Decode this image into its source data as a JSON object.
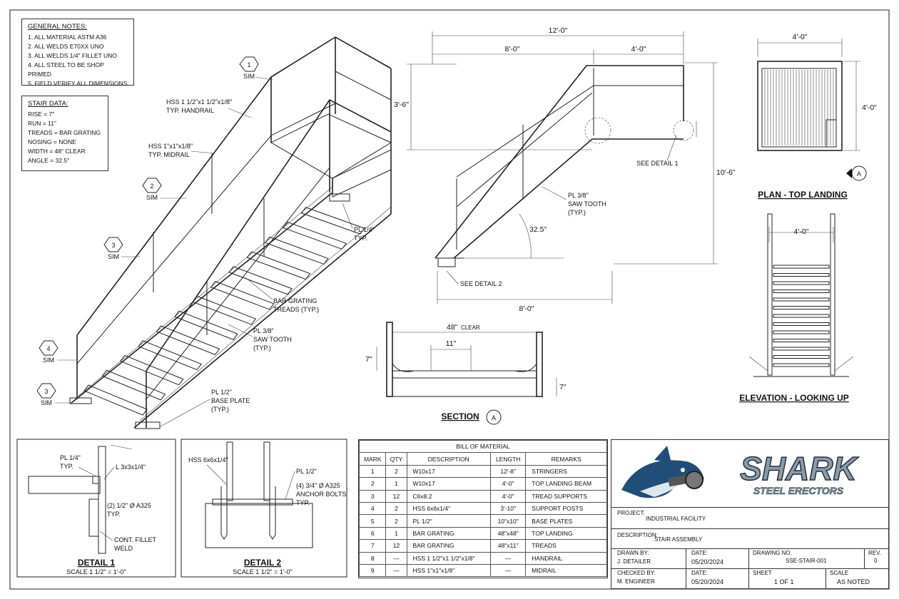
{
  "general_notes": {
    "title": "GENERAL NOTES:",
    "items": [
      "1. ALL MATERIAL ASTM A36",
      "2. ALL WELDS E70XX UNO",
      "3. ALL WELDS 1/4\" FILLET UNO",
      "4. ALL STEEL TO BE SHOP PRIMED",
      "5. FIELD VERIFY ALL DIMENSIONS"
    ]
  },
  "stair_data": {
    "title": "STAIR DATA:",
    "items": [
      "RISE = 7\"",
      "RUN = 11\"",
      "TREADS = BAR GRATING",
      "NOSING = NONE",
      "WIDTH = 48\" CLEAR",
      "ANGLE = 32.5°"
    ]
  },
  "iso": {
    "handrail": "HSS 1 1/2\"x1 1/2\"x1/8\"",
    "handrail_sub": "TYP. HANDRAIL",
    "midrail": "HSS 1\"x1\"x1/8\"",
    "midrail_sub": "TYP. MIDRAIL",
    "pl14": "PL 1/4\"",
    "pl14_sub": "TYP.",
    "grating": "BAR GRATING",
    "grating_sub": "TREADS (TYP.)",
    "saw": "PL 3/8\"",
    "saw_sub": "SAW TOOTH",
    "saw_sub2": "(TYP.)",
    "base": "PL 1/2\"",
    "base_sub": "BASE PLATE",
    "base_sub2": "(TYP.)",
    "callouts": [
      {
        "num": "1",
        "sim": "SIM"
      },
      {
        "num": "2",
        "sim": "SIM"
      },
      {
        "num": "3",
        "sim": "SIM"
      },
      {
        "num": "4",
        "sim": "SIM"
      },
      {
        "num": "3",
        "sim": "SIM"
      }
    ]
  },
  "side": {
    "dim_total": "12'-0\"",
    "dim_left": "8'-0\"",
    "dim_right": "4'-0\"",
    "dim_rail": "3'-6\"",
    "dim_height": "10'-6\"",
    "dim_bottom": "8'-0\"",
    "angle": "32.5°",
    "detail1": "SEE DETAIL 1",
    "detail2": "SEE DETAIL 2",
    "pl": "PL 3/8\"",
    "pl_sub": "SAW TOOTH",
    "pl_sub2": "(TYP.)"
  },
  "plan": {
    "title": "PLAN - TOP LANDING",
    "dim_w": "4'-0\"",
    "dim_h": "4'-0\"",
    "marker": "A"
  },
  "elevation": {
    "title": "ELEVATION - LOOKING UP",
    "dim_w": "4'-0\""
  },
  "section": {
    "title": "SECTION",
    "marker": "A",
    "clear": "48\"",
    "clear_sub": "CLEAR",
    "d11": "11\"",
    "d7a": "7\"",
    "d7b": "7\""
  },
  "detail1": {
    "title": "DETAIL 1",
    "scale": "SCALE 1 1/2\" = 1'-0\"",
    "pl": "PL 1/4\"",
    "pl_sub": "TYP.",
    "angle": "L 3x3x1/4\"",
    "bolts": "(2) 1/2\" Ø A325",
    "bolts_sub": "TYP.",
    "weld": "CONT. FILLET",
    "weld_sub": "WELD"
  },
  "detail2": {
    "title": "DETAIL 2",
    "scale": "SCALE 1 1/2\" = 1'-0\"",
    "hss": "HSS 6x6x1/4\"",
    "pl": "PL 1/2\"",
    "anchor": "(4) 3/4\" Ø A325",
    "anchor_sub": "ANCHOR BOLTS",
    "anchor_sub2": "TYP."
  },
  "bom": {
    "title": "BILL OF MATERIAL",
    "headers": [
      "MARK",
      "QTY",
      "DESCRIPTION",
      "LENGTH",
      "REMARKS"
    ],
    "rows": [
      [
        "1",
        "2",
        "W10x17",
        "12'-8\"",
        "STRINGERS"
      ],
      [
        "2",
        "1",
        "W10x17",
        "4'-0\"",
        "TOP LANDING BEAM"
      ],
      [
        "3",
        "12",
        "C6x8.2",
        "4'-0\"",
        "TREAD SUPPORTS"
      ],
      [
        "4",
        "2",
        "HSS 6x6x1/4\"",
        "3'-10\"",
        "SUPPORT POSTS"
      ],
      [
        "5",
        "2",
        "PL 1/2\"",
        "10\"x10\"",
        "BASE PLATES"
      ],
      [
        "6",
        "1",
        "BAR GRATING",
        "48\"x48\"",
        "TOP LANDING"
      ],
      [
        "7",
        "12",
        "BAR GRATING",
        "48\"x11\"",
        "TREADS"
      ],
      [
        "8",
        "—",
        "HSS 1 1/2\"x1 1/2\"x1/8\"",
        "—",
        "HANDRAIL"
      ],
      [
        "9",
        "—",
        "HSS 1\"x1\"x1/8\"",
        "—",
        "MIDRAIL"
      ]
    ]
  },
  "title_block": {
    "logo_main": "SHARK",
    "logo_sub": "STEEL ERECTORS",
    "project_label": "PROJECT:",
    "project": "INDUSTRIAL FACILITY",
    "desc_label": "DESCRIPTION:",
    "desc": "STAIR ASSEMBLY",
    "drawn_label": "DRAWN BY:",
    "drawn": "J. DETAILER",
    "date_label": "DATE:",
    "date1": "05/20/2024",
    "dwg_label": "DRAWING NO.",
    "dwg": "SSE-STAIR-001",
    "rev_label": "REV.",
    "rev": "0",
    "checked_label": "CHECKED BY:",
    "checked": "M. ENGINEER",
    "date2": "05/20/2024",
    "sheet_label": "SHEET",
    "sheet": "1 OF 1",
    "scale_label": "SCALE",
    "scale": "AS NOTED"
  },
  "colors": {
    "ink": "#111111",
    "shark_blue": "#1f4e79",
    "logo_steel": "#8a9aa8"
  }
}
